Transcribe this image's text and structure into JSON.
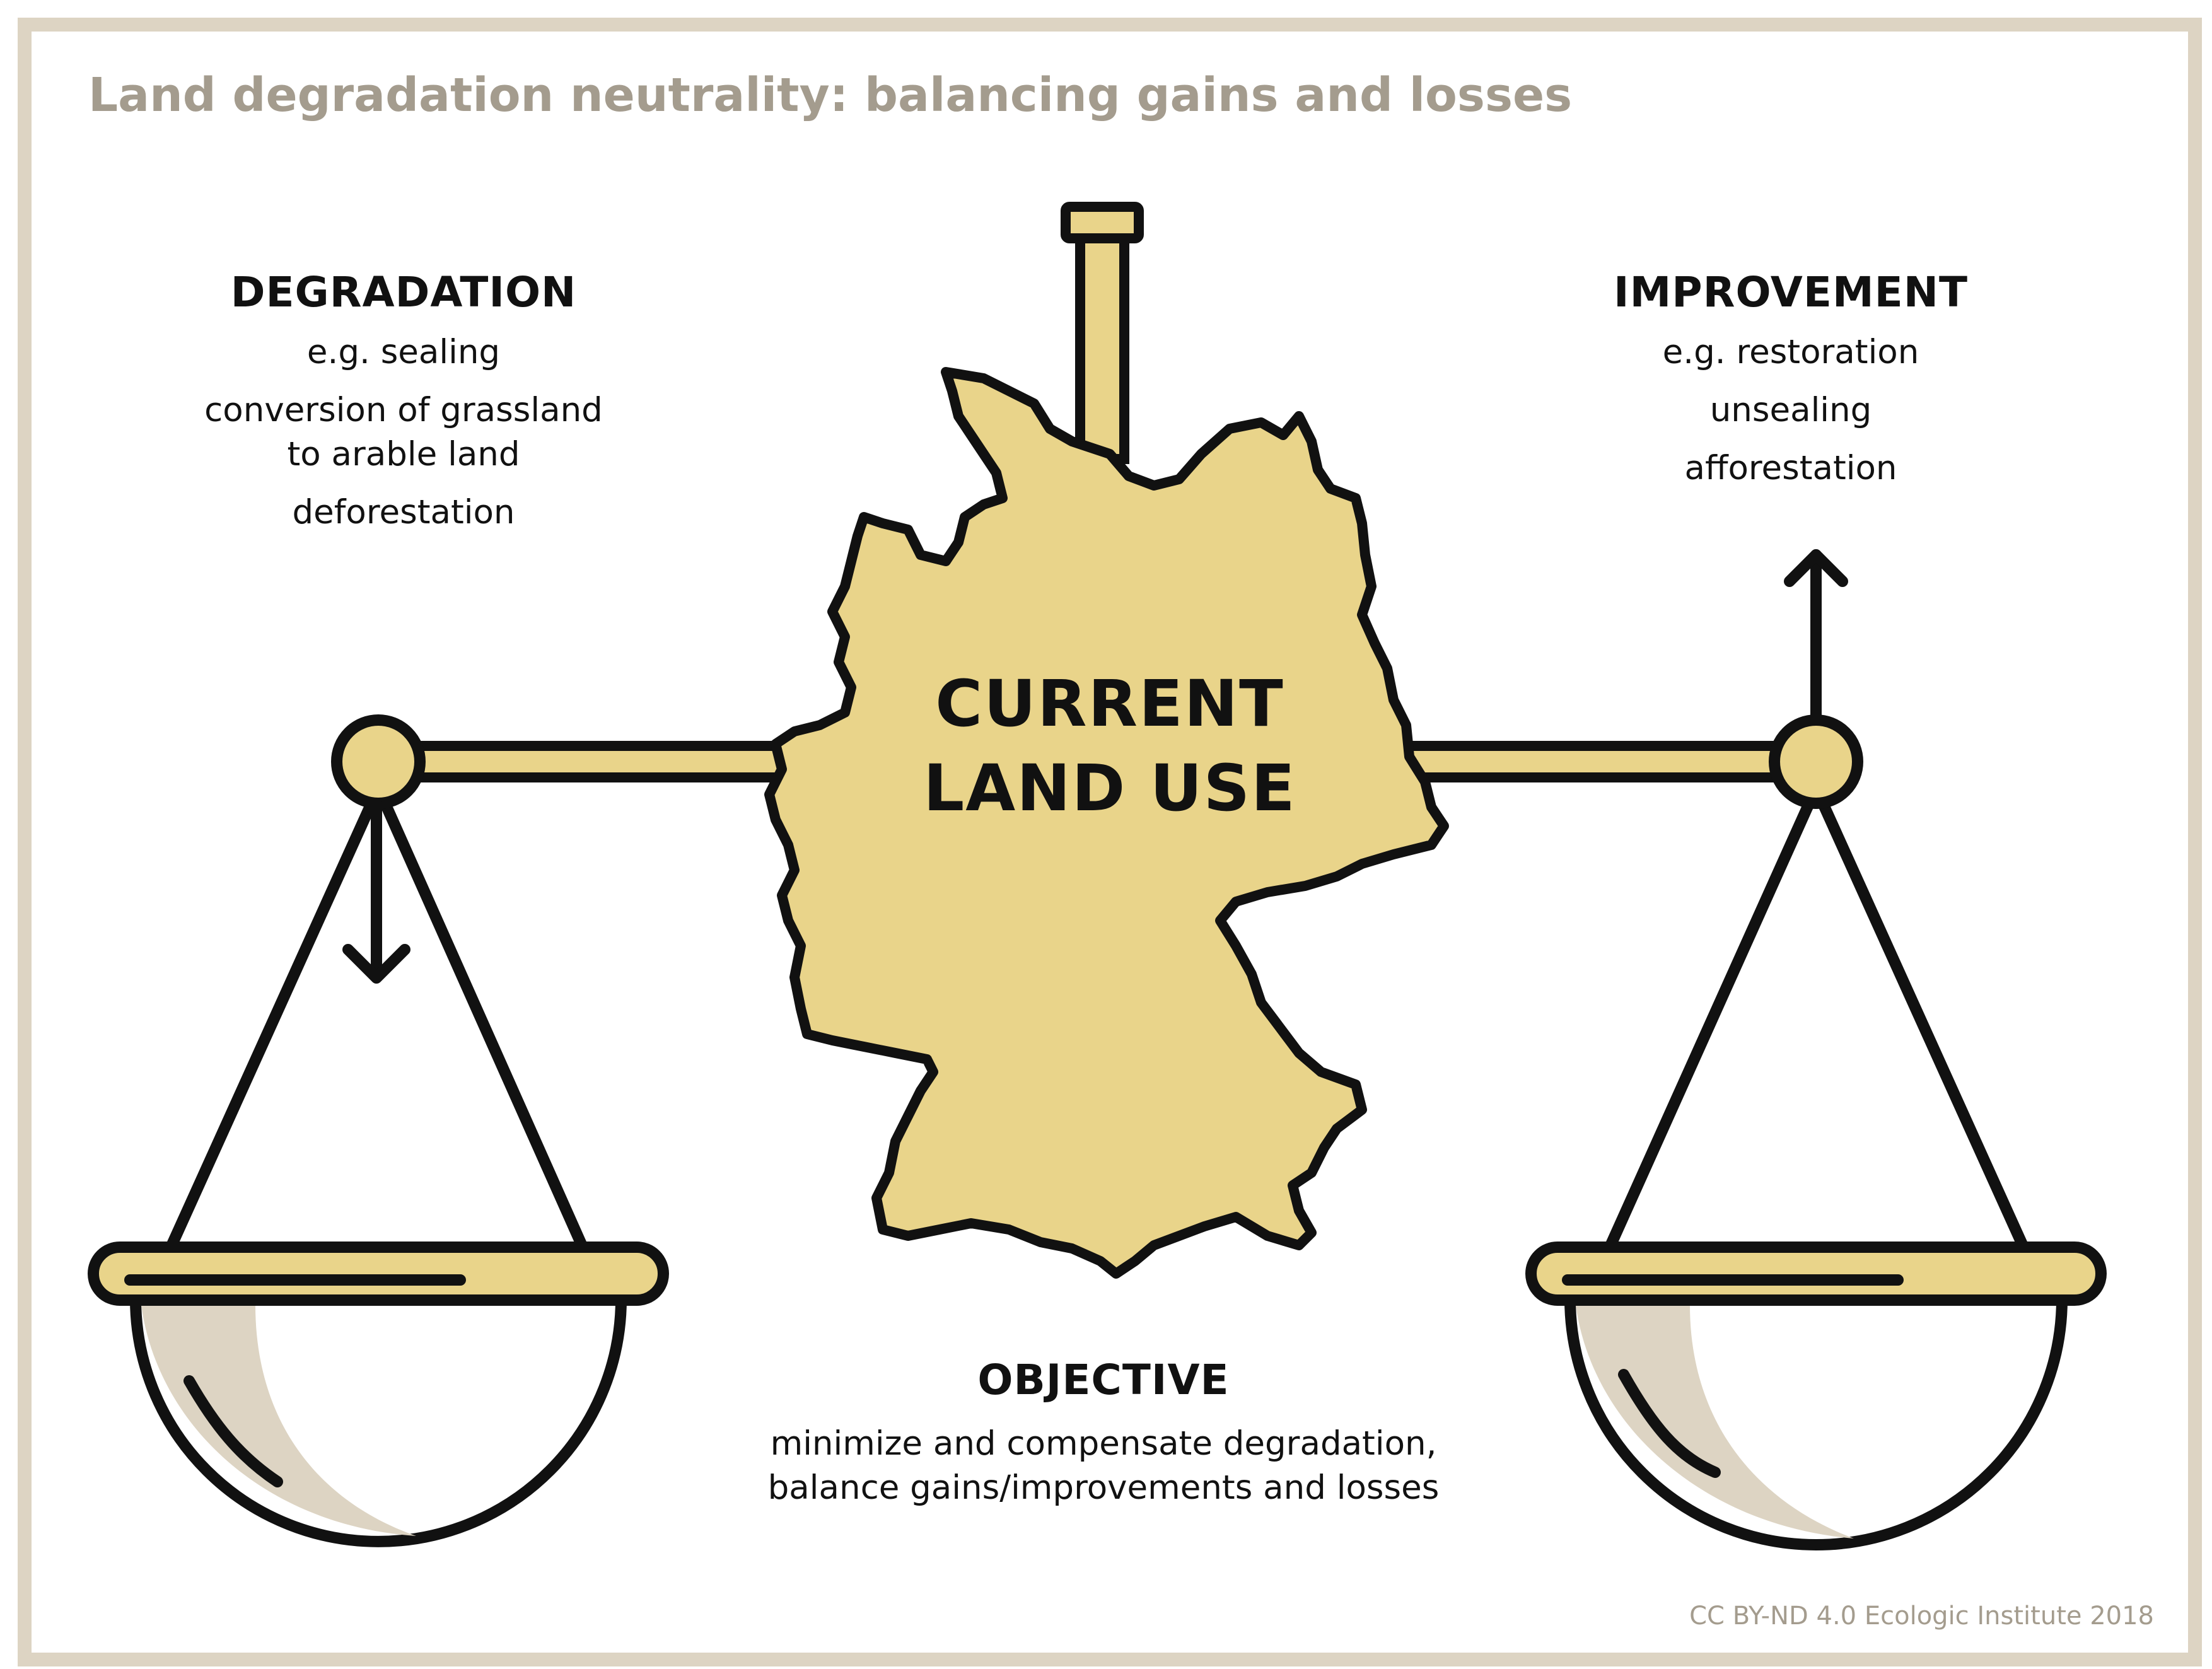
{
  "title": "Land degradation neutrality: balancing gains and losses",
  "degradation": {
    "heading": "DEGRADATION",
    "lines": [
      "e.g. sealing",
      "conversion of grassland",
      "to arable land",
      "deforestation"
    ]
  },
  "improvement": {
    "heading": "IMPROVEMENT",
    "lines": [
      "e.g. restoration",
      "unsealing",
      "afforestation"
    ]
  },
  "center": {
    "line1": "CURRENT",
    "line2": "LAND USE"
  },
  "objective": {
    "heading": "OBJECTIVE",
    "lines": [
      "minimize and compensate degradation,",
      "balance gains/improvements and losses"
    ]
  },
  "credit": "CC BY-ND 4.0 Ecologic Institute 2018",
  "colors": {
    "frame": "#ddd4c3",
    "accent": "#e9d48a",
    "outline": "#111111",
    "pan_shade": "#ddd4c3",
    "muted_text": "#a49c8e"
  }
}
